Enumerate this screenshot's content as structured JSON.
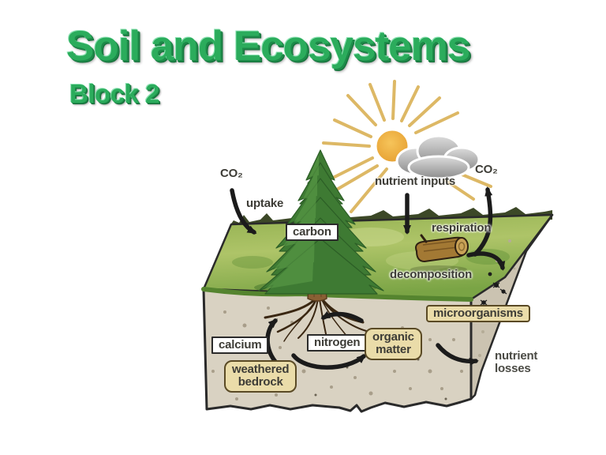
{
  "slide": {
    "title": "Soil and Ecosystems",
    "subtitle": "Block 2"
  },
  "diagram": {
    "labels": {
      "co2_left": "CO₂",
      "uptake": "uptake",
      "carbon": "carbon",
      "nutrient_inputs": "nutrient inputs",
      "co2_right": "CO₂",
      "respiration": "respiration",
      "decomposition": "decomposition",
      "microorganisms": "microorganisms",
      "calcium": "calcium",
      "nitrogen": "nitrogen",
      "organic_matter_line1": "organic",
      "organic_matter_line2": "matter",
      "weathered_bedrock_line1": "weathered",
      "weathered_bedrock_line2": "bedrock",
      "nutrient_losses_line1": "nutrient",
      "nutrient_losses_line2": "losses"
    },
    "icons": [
      "sun-icon",
      "cloud-icon",
      "tree-icon",
      "roots-icon",
      "log-icon",
      "bug-icon"
    ],
    "colors": {
      "title_green": "#2BAC5C",
      "grass_green": "#8FB050",
      "soil_front": "#D9D2C2",
      "soil_side": "#CBC3B1",
      "label_box_beige": "#EADCA9",
      "arrow_black": "#1B1B1B",
      "sun_orange": "#EBA83B",
      "ray_gold": "#DDB865",
      "cloud_gray": "#ADADAD"
    }
  }
}
